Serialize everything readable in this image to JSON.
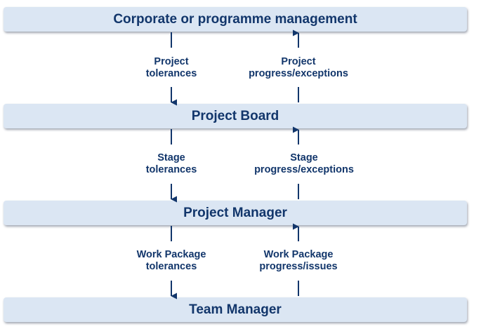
{
  "levels": [
    "Corporate or programme management",
    "Project Board",
    "Project Manager",
    "Team Manager"
  ],
  "flows": [
    {
      "down": [
        "Project",
        "tolerances"
      ],
      "up": [
        "Project",
        "progress/exceptions"
      ]
    },
    {
      "down": [
        "Stage",
        "tolerances"
      ],
      "up": [
        "Stage",
        "progress/exceptions"
      ]
    },
    {
      "down": [
        "Work Package",
        "tolerances"
      ],
      "up": [
        "Work Package",
        "progress/issues"
      ]
    }
  ],
  "colors": {
    "box_fill": "#dbe6f3",
    "text": "#12366b"
  }
}
